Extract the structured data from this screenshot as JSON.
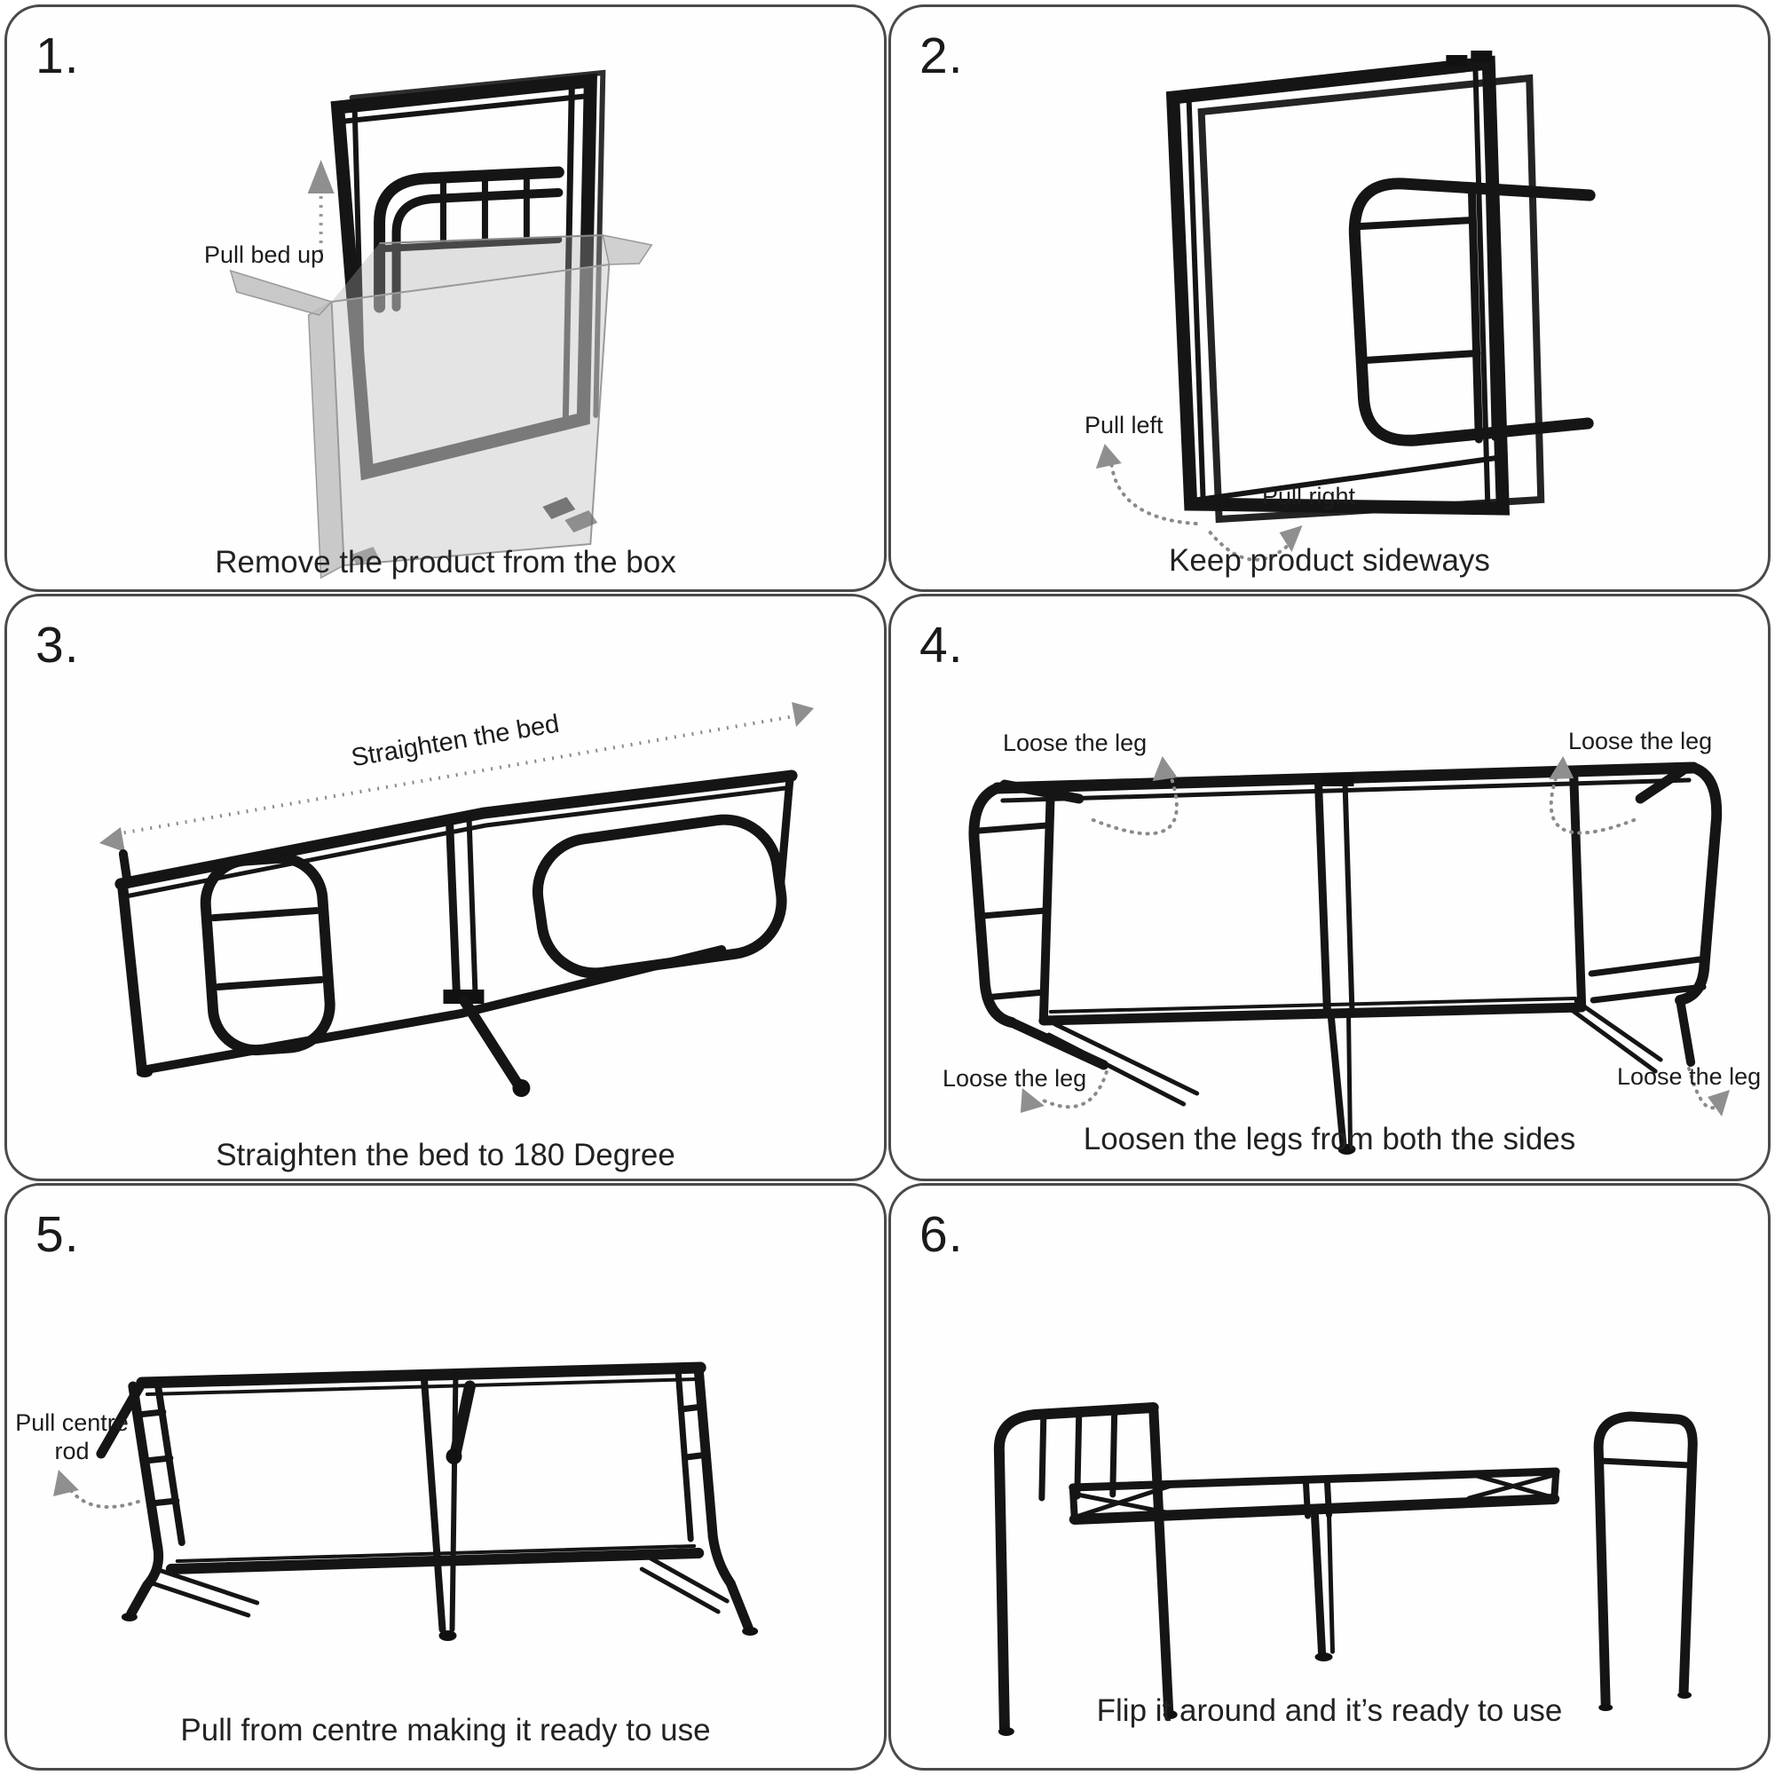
{
  "doc": {
    "type": "assembly-instructions",
    "subject": "folding metal bed frame",
    "colors": {
      "panel_border": "#4a4a4a",
      "frame_metal": "#151515",
      "arrow_gray": "#8f8f8f",
      "box_gray": "#c9c9c9",
      "text": "#1c1c1c"
    }
  },
  "panels": [
    {
      "number": "1.",
      "caption": "Remove the product from the box",
      "labels": {
        "pull_bed_up": "Pull bed up"
      }
    },
    {
      "number": "2.",
      "caption": "Keep product sideways",
      "labels": {
        "pull_left": "Pull left",
        "pull_right": "Pull right"
      }
    },
    {
      "number": "3.",
      "caption": "Straighten the bed to 180 Degree",
      "labels": {
        "straighten": "Straighten the bed"
      }
    },
    {
      "number": "4.",
      "caption": "Loosen the legs from both the sides",
      "labels": {
        "loose_top_left": "Loose the leg",
        "loose_top_right": "Loose the leg",
        "loose_bottom_left": "Loose the leg",
        "loose_bottom_right": "Loose the leg"
      }
    },
    {
      "number": "5.",
      "caption": "Pull from centre making it ready to use",
      "labels": {
        "pull_centre_rod": "Pull centre rod"
      }
    },
    {
      "number": "6.",
      "caption": "Flip it around and it’s ready to use"
    }
  ]
}
